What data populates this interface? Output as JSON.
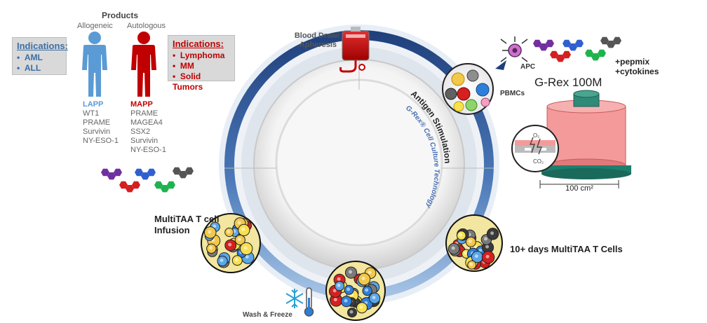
{
  "products": {
    "title": "Products",
    "allogeneic_label": "Allogeneic",
    "autologous_label": "Autologous",
    "lapp": {
      "name": "LAPP",
      "antigens": [
        "WT1",
        "PRAME",
        "Survivin",
        "NY-ESO-1"
      ],
      "indications_title": "Indications:",
      "indications": [
        "AML",
        "ALL"
      ]
    },
    "mapp": {
      "name": "MAPP",
      "antigens": [
        "PRAME",
        "MAGEA4",
        "SSX2",
        "Survivin",
        "NY-ESO-1"
      ],
      "indications_title": "Indications:",
      "indications": [
        "Lymphoma",
        "MM",
        "Solid Tumors"
      ]
    }
  },
  "cycle": {
    "blood_draw": "Blood Draw/",
    "apheresis": "Apheresis",
    "pbmcs": "PBMCs",
    "apc": "APC",
    "pepmix": "+pepmix",
    "cytokines": "+cytokines",
    "antigen_stimulation": "Antigen Stimulation",
    "grex_tech": "G-Rex® Cell Culture Technology",
    "ten_days": "10+ days MultiTAA T Cells",
    "wash_freeze": "Wash & Freeze",
    "infusion_line1": "MultiTAA T cell",
    "infusion_line2": "Infusion"
  },
  "grex": {
    "title": "G-Rex 100M",
    "o2": "O₂",
    "co2": "CO₂",
    "dimension": "100 cm²"
  },
  "colors": {
    "ring_dark": "#1f3f7a",
    "ring_light": "#8fb3d9",
    "lapp_blue": "#5b9bd5",
    "mapp_red": "#c00000",
    "purple": "#7030a0",
    "blue": "#2f5fd0",
    "red": "#d42020",
    "green": "#1fb34f",
    "gray": "#555555",
    "grex_pink": "#f08080",
    "grex_teal": "#1f7f6e"
  }
}
